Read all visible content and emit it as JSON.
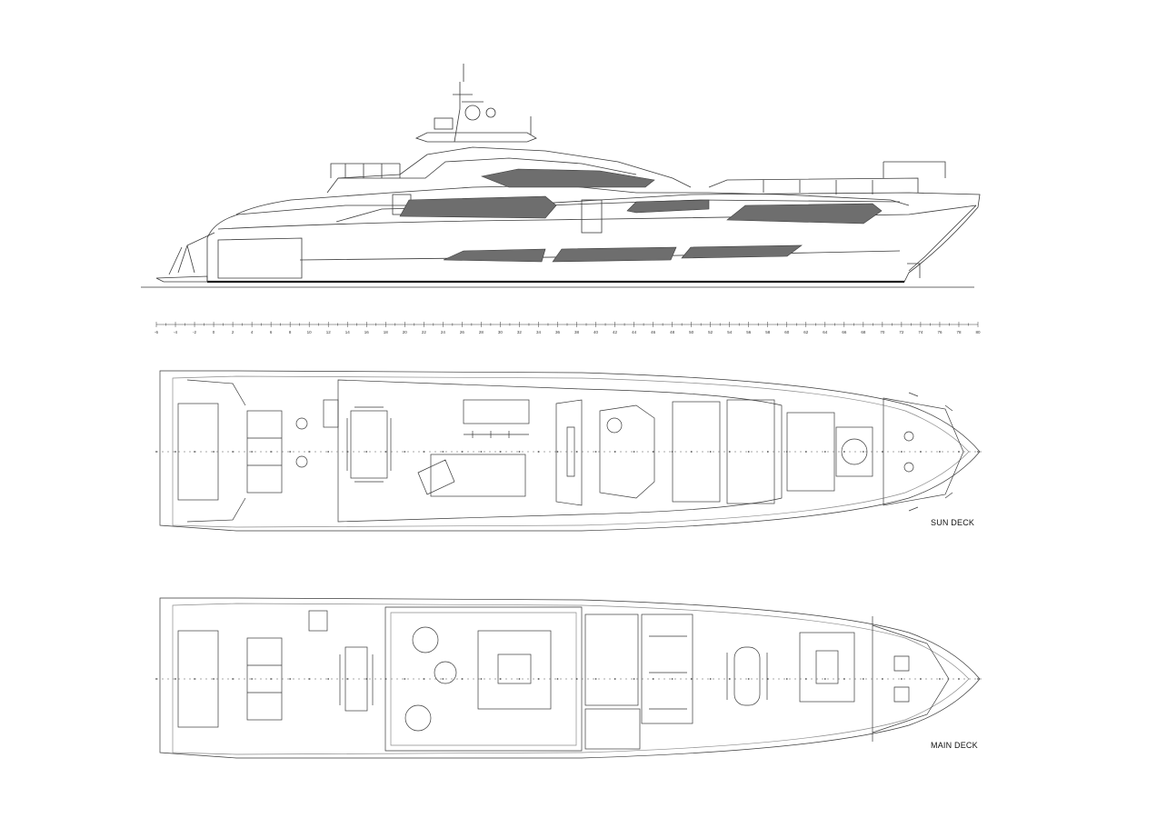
{
  "colors": {
    "line": "#3a3a3a",
    "fine": "#8a8a8a",
    "glass": "#6e6e6e",
    "background": "#ffffff"
  },
  "scale": {
    "ticks": [
      -6,
      -4,
      -2,
      0,
      2,
      4,
      6,
      8,
      10,
      12,
      14,
      16,
      18,
      20,
      22,
      24,
      26,
      28,
      30,
      32,
      34,
      36,
      38,
      40,
      42,
      44,
      46,
      48,
      50,
      52,
      54,
      56,
      58,
      60,
      62,
      64,
      66,
      68,
      70,
      72,
      74,
      76,
      78,
      80
    ]
  },
  "decks": {
    "sun": {
      "label": "SUN DECK"
    },
    "main": {
      "label": "MAIN DECK"
    }
  }
}
